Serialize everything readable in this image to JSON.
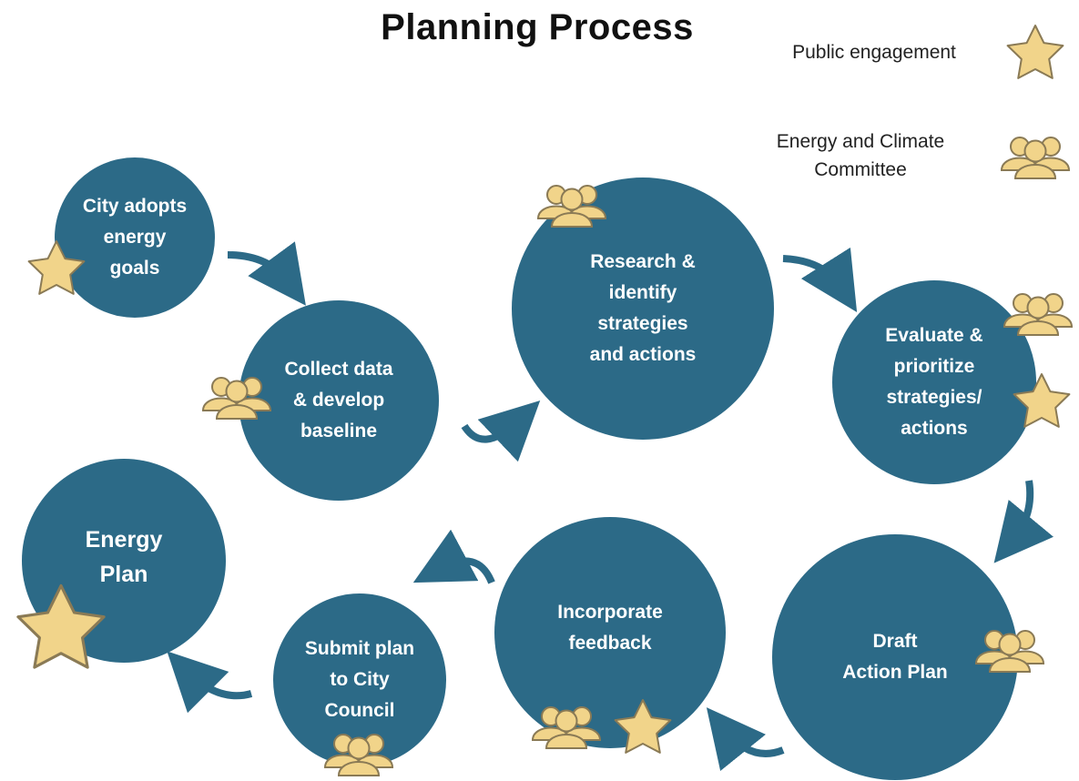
{
  "title": "Planning Process",
  "legend": {
    "public_engagement": "Public  engagement",
    "committee": "Energy and Climate\nCommittee"
  },
  "steps": {
    "s1": "City adopts\nenergy\ngoals",
    "s2": "Collect data\n& develop\nbaseline",
    "s3": "Research &\nidentify\nstrategies\nand actions",
    "s4": "Evaluate &\nprioritize\nstrategies/\nactions",
    "s5": "Draft\nAction Plan",
    "s6": "Incorporate\nfeedback",
    "s7": "Submit plan\nto City\nCouncil",
    "s8": "Energy\nPlan"
  },
  "colors": {
    "circle": "#2c6a87",
    "icon_fill": "#f1d48a",
    "icon_stroke": "#8a7a55",
    "arrow": "#2c6a87"
  },
  "icons": [
    "star-icon",
    "people-group-icon",
    "curved-arrow-icon"
  ]
}
